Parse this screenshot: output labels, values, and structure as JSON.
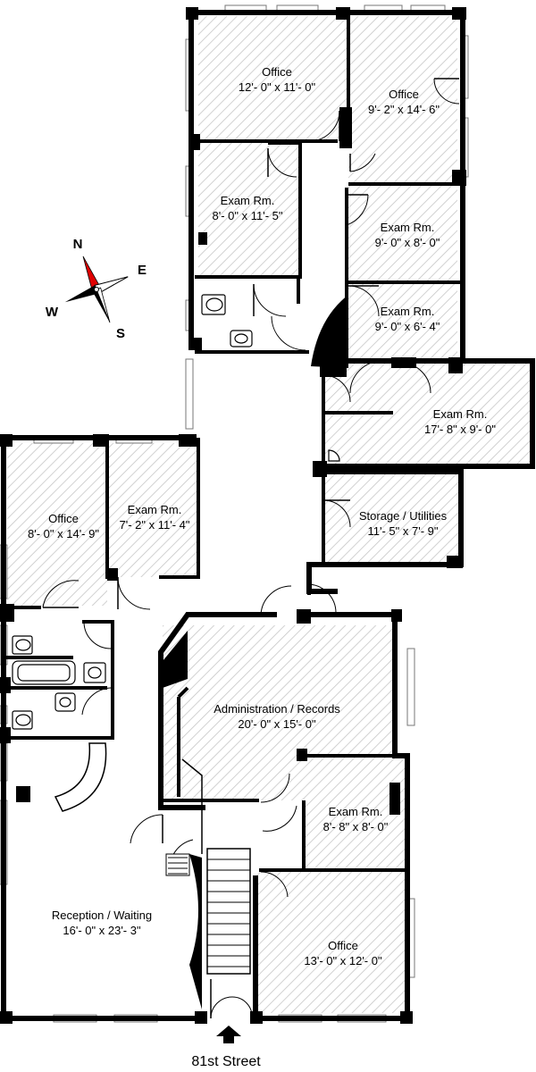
{
  "rooms": [
    {
      "name": "Office",
      "size": "12'- 0\" x 11'- 0\""
    },
    {
      "name": "Office",
      "size": "9'- 2\" x 14'- 6\""
    },
    {
      "name": "Exam Rm.",
      "size": "8'- 0\" x 11'- 5\""
    },
    {
      "name": "Exam Rm.",
      "size": "9'- 0\" x 8'- 0\""
    },
    {
      "name": "Exam Rm.",
      "size": "9'- 0\" x 6'- 4\""
    },
    {
      "name": "Exam Rm.",
      "size": "17'- 8\" x 9'- 0\""
    },
    {
      "name": "Office",
      "size": "8'- 0\" x 14'- 9\""
    },
    {
      "name": "Exam Rm.",
      "size": "7'- 2\" x 11'- 4\""
    },
    {
      "name": "Storage / Utilities",
      "size": "11'- 5\" x 7'- 9\""
    },
    {
      "name": "Administration / Records",
      "size": "20'- 0\" x 15'- 0\""
    },
    {
      "name": "Exam Rm.",
      "size": "8'- 8\" x 8'- 0\""
    },
    {
      "name": "Reception / Waiting",
      "size": "16'- 0\" x 23'- 3\""
    },
    {
      "name": "Office",
      "size": "13'- 0\" x 12'- 0\""
    }
  ],
  "compass": {
    "n": "N",
    "e": "E",
    "s": "S",
    "w": "W"
  },
  "street": "81st Street"
}
